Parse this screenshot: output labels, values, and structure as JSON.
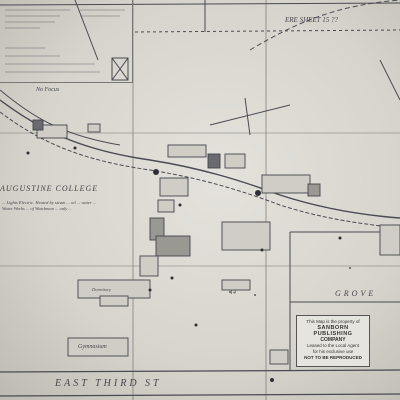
{
  "map": {
    "streets": {
      "east_third": "EAST THIRD ST",
      "grove": "GROVE",
      "top_street": "ERE SHEET 15 ??"
    },
    "labels": {
      "college": "AUGUSTINE COLLEGE",
      "notes": "... Lights Electric. Heated by steam ... oil ... water ... Water Works ... of Watchman ... only ...",
      "gymnasium": "Gymnasium",
      "no_focus": "No Focus",
      "dormitory": "Dormitory",
      "sheet_number": "14"
    },
    "stamp": {
      "line1": "This Map is the property of",
      "line2": "SANBORN PUBLISHING",
      "line3": "COMPANY",
      "line4": "Leased to the Local Agent",
      "line5": "for his exclusive use",
      "line6": "NOT TO BE REPRODUCED"
    },
    "colors": {
      "paper": "#dcdad3",
      "ink": "#3a3a40"
    }
  }
}
